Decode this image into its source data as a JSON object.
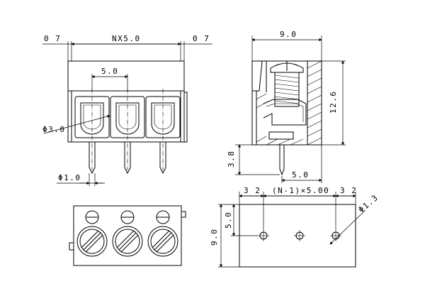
{
  "dimensions": {
    "front_left_gap": "0 7",
    "front_pitch_total": "NX5.0",
    "front_right_gap": "0 7",
    "front_pitch": "5.0",
    "screw_hole_dia": "Φ3.0",
    "pin_dia": "Φ1.0",
    "side_width": "9.0",
    "side_height": "12.6",
    "side_pin_length": "3.8",
    "side_pin_offset": "5.0",
    "bottom_left_margin": "3 2",
    "bottom_pitch_total": "(N-1)×5.00",
    "bottom_right_margin": "3 2",
    "bottom_hole_dia": "Φ1.3",
    "bottom_width": "9.0",
    "bottom_row_offset": "5.0"
  },
  "colors": {
    "line": "#000000",
    "background": "#ffffff"
  }
}
